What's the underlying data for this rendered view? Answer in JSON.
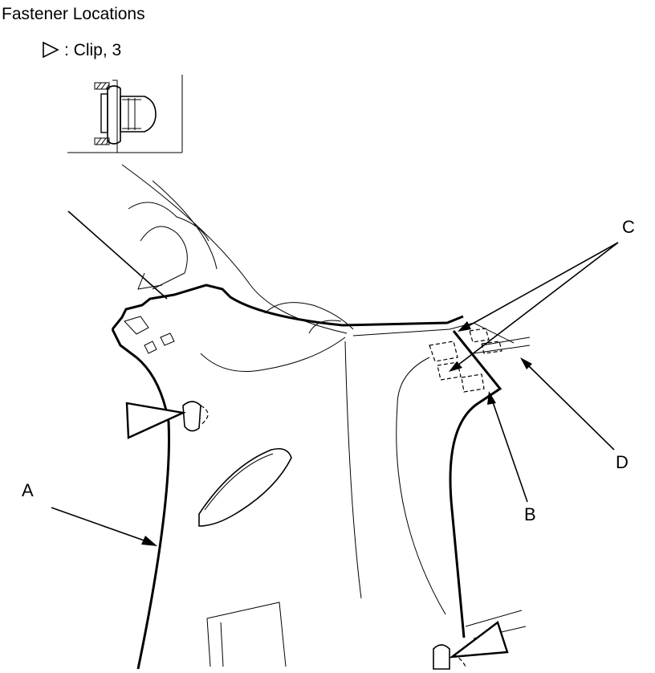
{
  "title": "Fastener Locations",
  "legend": {
    "symbol_icon": "clip-triangle-icon",
    "text": ": Clip, 3"
  },
  "callouts": {
    "a": "A",
    "b": "B",
    "c": "C",
    "d": "D"
  }
}
